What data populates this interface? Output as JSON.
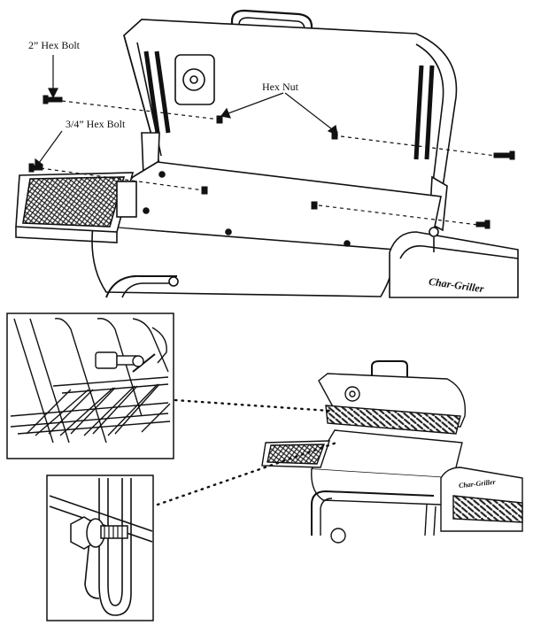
{
  "callouts": {
    "hex_bolt_2in": "2” Hex Bolt",
    "hex_bolt_3_4in": "3/4” Hex Bolt",
    "hex_nut": "Hex Nut"
  },
  "branding": {
    "logo_text": "Char-Griller"
  },
  "colors": {
    "line": "#111111",
    "grill_grate": "#222222",
    "background": "#ffffff"
  }
}
